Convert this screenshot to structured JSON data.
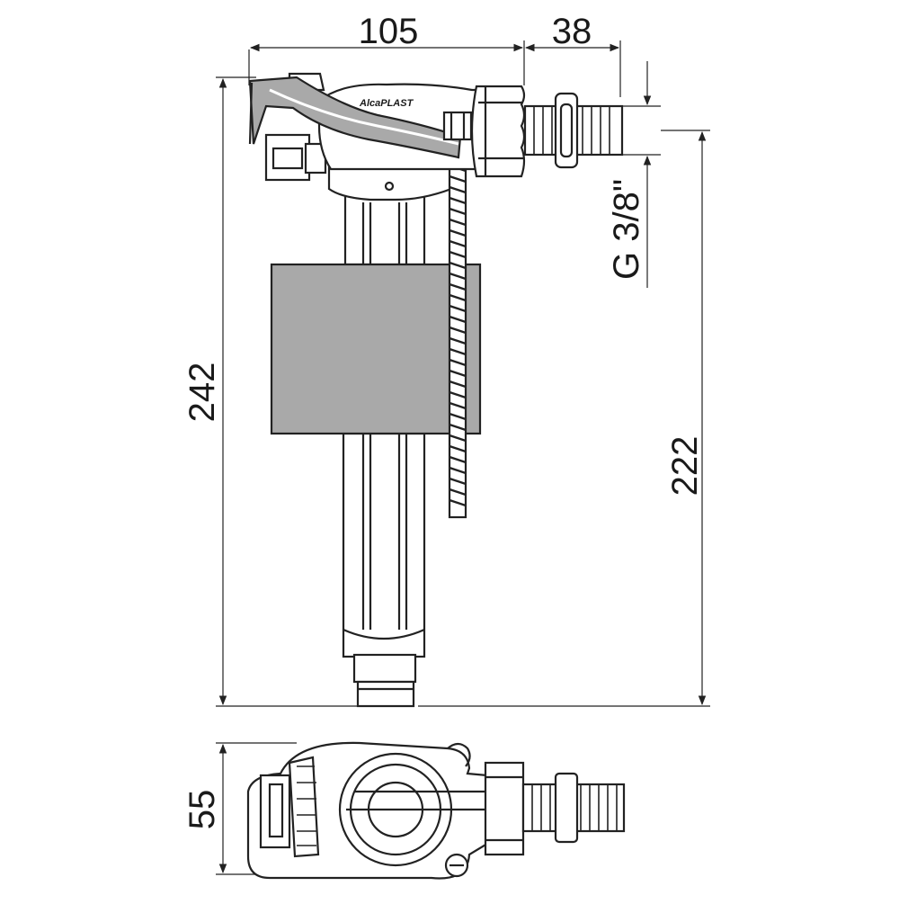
{
  "dimensions": {
    "width_total": "105",
    "width_inlet": "38",
    "height_total": "242",
    "height_inlet": "222",
    "thread": "G 3/8\"",
    "depth": "55"
  },
  "logo_text": "AlcaPLAST",
  "colors": {
    "line": "#222222",
    "fill_grey": "#a9a9a9",
    "fill_light": "#ffffff",
    "fill_dark": "#444444"
  }
}
